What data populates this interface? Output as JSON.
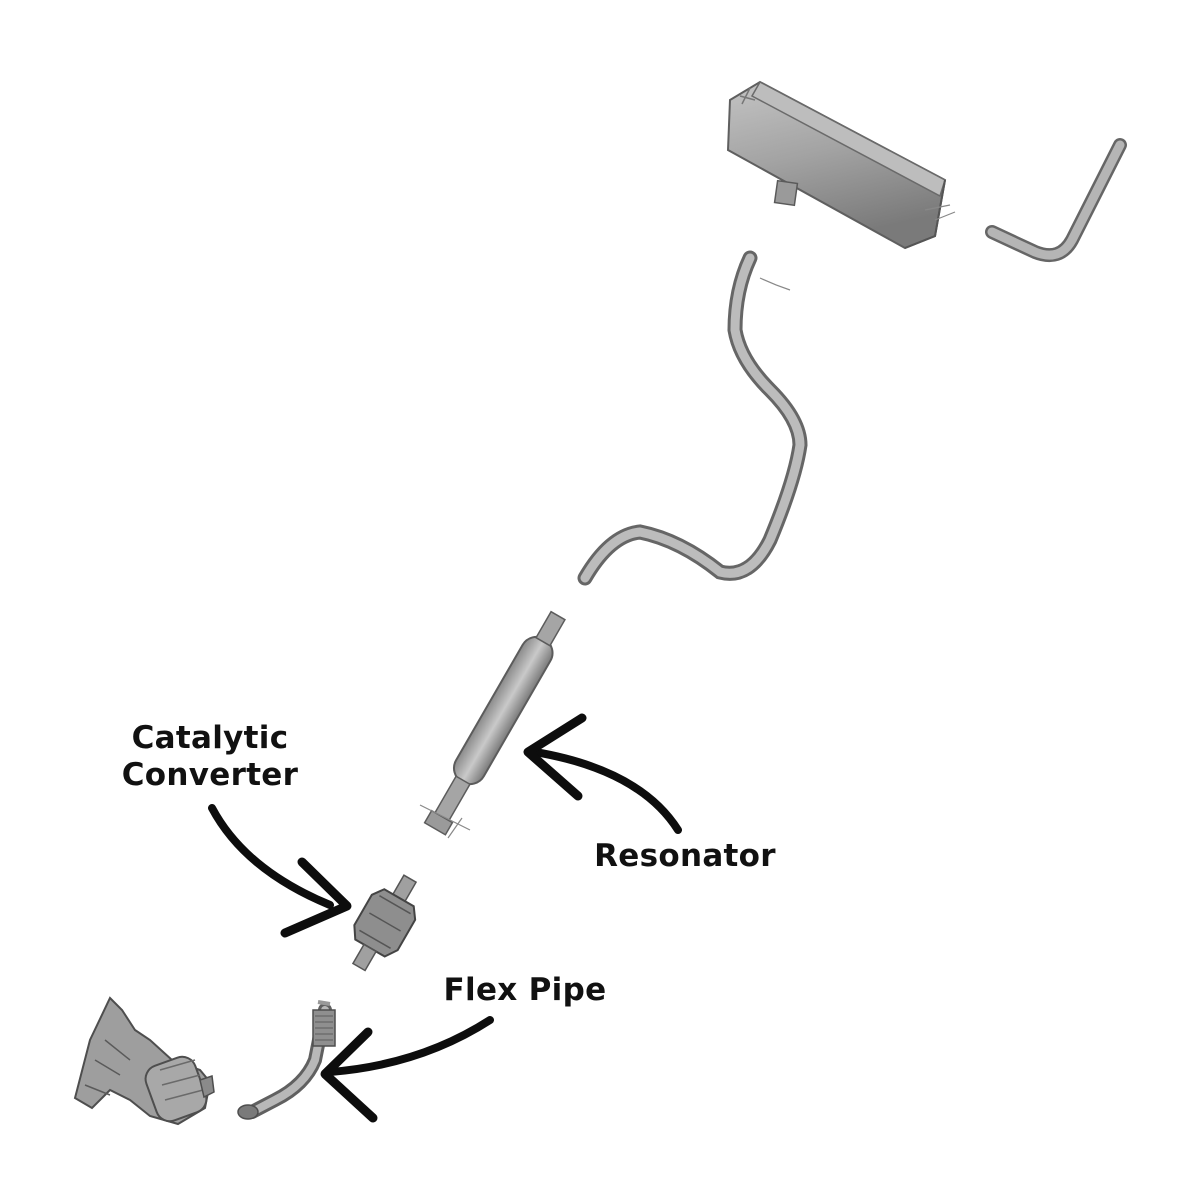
{
  "callouts": {
    "catalytic_converter": {
      "line1": "Catalytic",
      "line2": "Converter"
    },
    "resonator": {
      "label": "Resonator"
    },
    "flex_pipe": {
      "label": "Flex Pipe"
    }
  },
  "colors": {
    "pipe_metal": "#a9a9a9",
    "pipe_shadow": "#707070",
    "pipe_highlight": "#d6d6d6",
    "arrow": "#0d0d0d",
    "label": "#111111",
    "background": "#ffffff"
  },
  "parts": [
    "muffler",
    "tailpipe",
    "intermediate-pipe",
    "resonator",
    "catalytic-converter",
    "flex-pipe",
    "exhaust-manifold"
  ]
}
